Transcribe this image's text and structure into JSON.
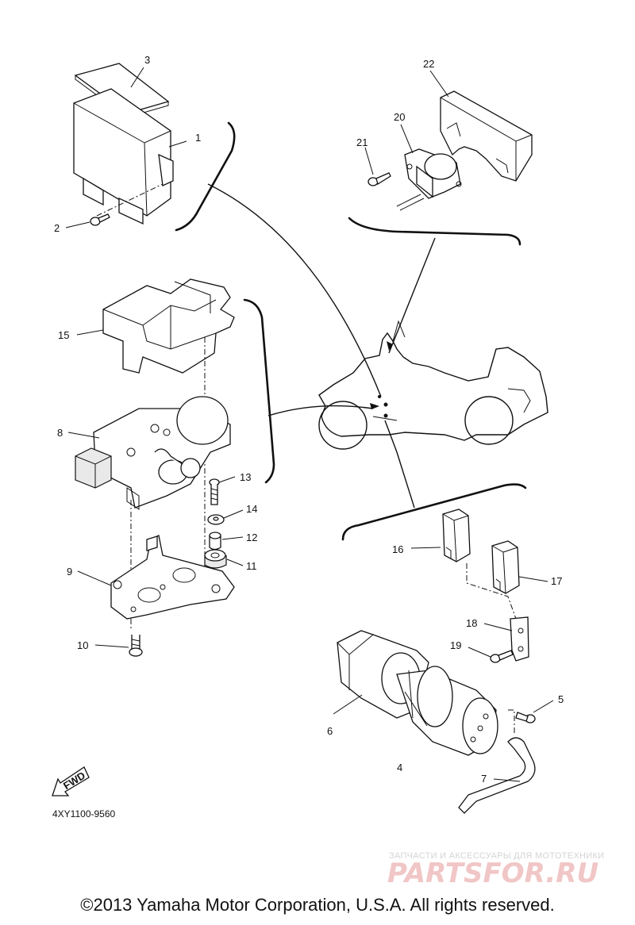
{
  "callouts": {
    "n1": "1",
    "n2": "2",
    "n3": "3",
    "n4": "4",
    "n5": "5",
    "n6": "6",
    "n7": "7",
    "n8": "8",
    "n9": "9",
    "n10": "10",
    "n11": "11",
    "n12": "12",
    "n13": "13",
    "n14": "14",
    "n15": "15",
    "n16": "16",
    "n17": "17",
    "n18": "18",
    "n19": "19",
    "n20": "20",
    "n21": "21",
    "n22": "22"
  },
  "fwd_label": "FWD",
  "diagram_code": "4XY1100-9560",
  "watermark": {
    "tagline": "ЗАПЧАСТИ И АКСЕССУАРЫ ДЛЯ МОТОТЕХНИКИ",
    "brand": "PARTSFOR.RU"
  },
  "copyright": "©2013 Yamaha Motor Corporation, U.S.A. All rights reserved."
}
